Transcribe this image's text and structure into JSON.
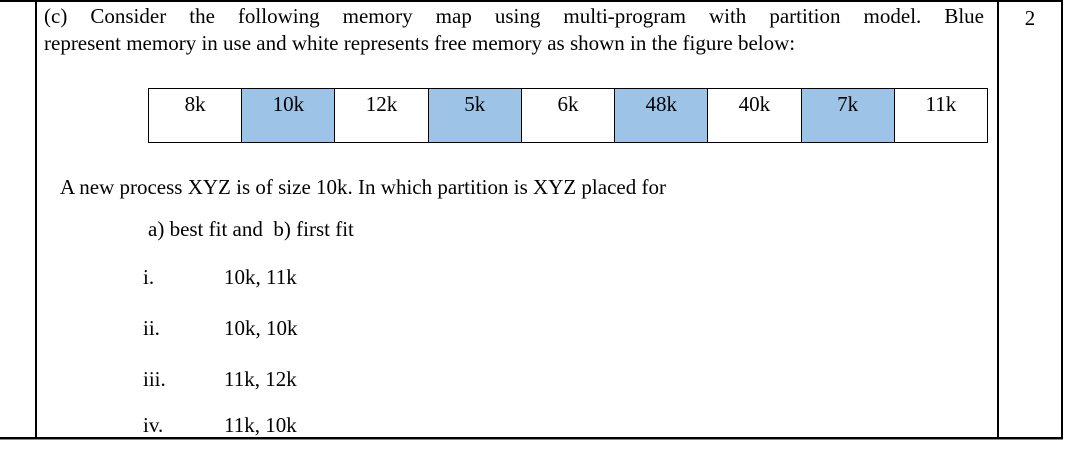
{
  "question": {
    "intro_line1": "(c) Consider the following memory map using multi-program with partition model. Blue",
    "intro_line2": "represent memory in use and white represents free memory as shown in the figure below:",
    "prompt": "A new process XYZ is of size 10k. In which partition is XYZ placed for",
    "fit_line": "a) best fit and  b) first fit",
    "marks": "2"
  },
  "memory_map": {
    "used_color": "#9DC3E6",
    "free_color": "#FFFFFF",
    "partitions": [
      {
        "size": "8k",
        "state": "free"
      },
      {
        "size": "10k",
        "state": "used"
      },
      {
        "size": "12k",
        "state": "free"
      },
      {
        "size": "5k",
        "state": "used"
      },
      {
        "size": "6k",
        "state": "free"
      },
      {
        "size": "48k",
        "state": "used"
      },
      {
        "size": "40k",
        "state": "free"
      },
      {
        "size": "7k",
        "state": "used"
      },
      {
        "size": "11k",
        "state": "free"
      }
    ]
  },
  "options": [
    {
      "numeral": "i.",
      "value": "10k, 11k"
    },
    {
      "numeral": "ii.",
      "value": "10k, 10k"
    },
    {
      "numeral": "iii.",
      "value": "11k, 12k"
    },
    {
      "numeral": "iv.",
      "value": "11k, 10k"
    }
  ]
}
